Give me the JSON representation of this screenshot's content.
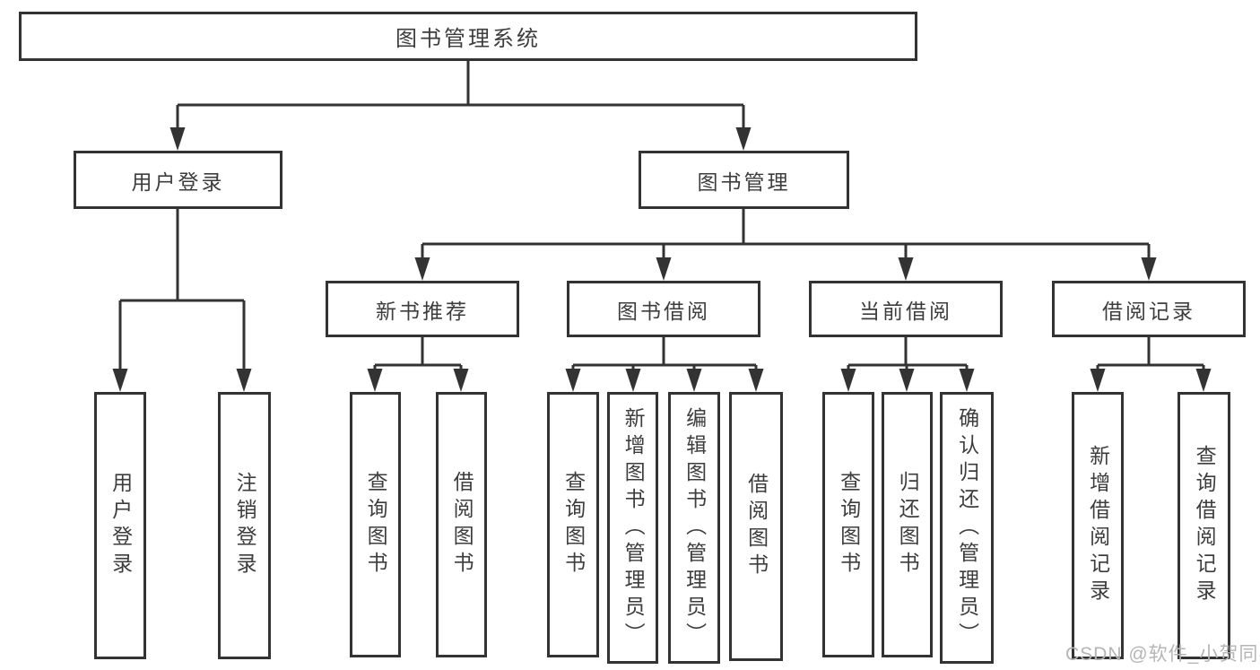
{
  "diagram": {
    "root": "图书管理系统",
    "level2": {
      "user_login": "用户登录",
      "book_management": "图书管理"
    },
    "level3": {
      "new_book_recommend": "新书推荐",
      "book_borrow": "图书借阅",
      "current_borrow": "当前借阅",
      "borrow_records": "借阅记录"
    },
    "leaves": {
      "user_login": "用户登录",
      "logout": "注销登录",
      "recommend_query_books": "查询图书",
      "recommend_borrow_books": "借阅图书",
      "borrow_query_books": "查询图书",
      "borrow_add_books_admin": "新增图书（管理员）",
      "borrow_edit_books_admin": "编辑图书（管理员）",
      "borrow_borrow_books": "借阅图书",
      "current_query_books": "查询图书",
      "current_return_books": "归还图书",
      "current_confirm_return_admin": "确认归还（管理员）",
      "records_add_record": "新增借阅记录",
      "records_query_record": "查询借阅记录"
    }
  },
  "watermark": {
    "text": "CSDN @软件_小贺同学"
  },
  "colors": {
    "line": "#333333",
    "text": "#3d3d3d",
    "background": "#ffffff",
    "watermark": "#b5b5b5"
  }
}
